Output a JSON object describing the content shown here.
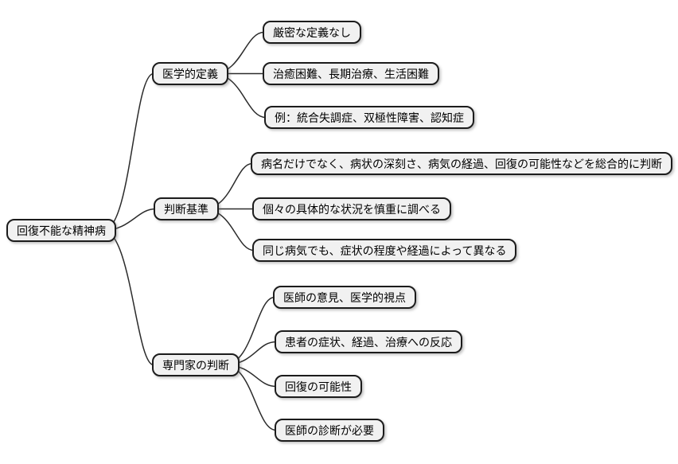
{
  "diagram": {
    "type": "mindmap",
    "root": {
      "label": "回復不能な精神病"
    },
    "branches": [
      {
        "label": "医学的定義",
        "children": [
          "厳密な定義なし",
          "治癒困難、長期治療、生活困難",
          "例：統合失調症、双極性障害、認知症"
        ]
      },
      {
        "label": "判断基準",
        "children": [
          "病名だけでなく、病状の深刻さ、病気の経過、回復の可能性などを総合的に判断",
          "個々の具体的な状況を慎重に調べる",
          "同じ病気でも、症状の程度や経過によって異なる"
        ]
      },
      {
        "label": "専門家の判断",
        "children": [
          "医師の意見、医学的視点",
          "患者の症状、経過、治療への反応",
          "回復の可能性",
          "医師の診断が必要"
        ]
      }
    ],
    "colors": {
      "background": "#ffffff",
      "node_fill": "#f1f1f1",
      "node_border": "#1c1c1c",
      "edge": "#2b2b2b",
      "text": "#000000"
    }
  }
}
